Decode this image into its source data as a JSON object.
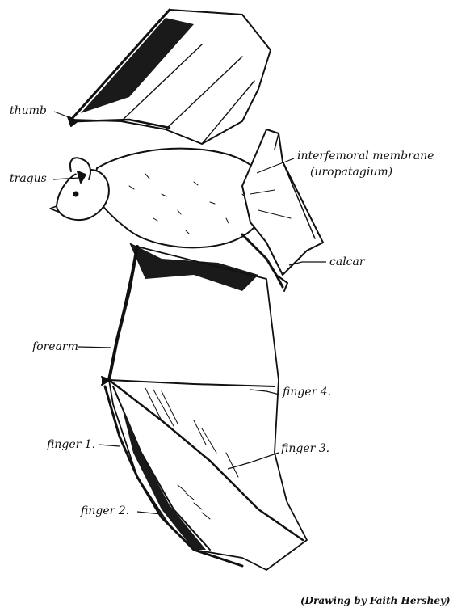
{
  "labels": {
    "thumb": "thumb",
    "tragus": "tragus",
    "interfemoral_line1": "interfemoral membrane",
    "interfemoral_line2": "(uropatagium)",
    "calcar": "calcar",
    "forearm": "forearm",
    "finger4": "finger 4.",
    "finger1": "finger 1.",
    "finger3": "finger 3.",
    "finger2": "finger 2."
  },
  "credit": "(Drawing by Faith Hershey)",
  "colors": {
    "ink": "#111111",
    "paper": "#ffffff",
    "shade": "#1a1a1a"
  }
}
